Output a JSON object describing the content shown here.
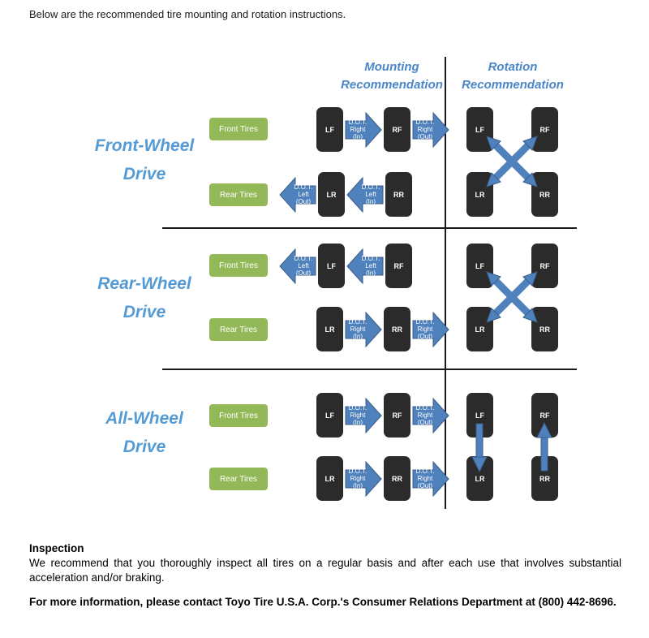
{
  "intro_text": "Below are the recommended tire mounting and rotation instructions.",
  "columns": {
    "mounting": {
      "line1": "Mounting",
      "line2": "Recommendation"
    },
    "rotation": {
      "line1": "Rotation",
      "line2": "Recommendation"
    }
  },
  "sections": [
    {
      "id": "front-wheel-drive",
      "label_line1": "Front-Wheel",
      "label_line2": "Drive",
      "front_tires_label": "Front Tires",
      "rear_tires_label": "Rear Tires",
      "mounting_front_row": [
        {
          "type": "tire",
          "label": "LF"
        },
        {
          "type": "arrow",
          "dir": "right",
          "lines": [
            "D.O.T.",
            "Right",
            "(In)"
          ]
        },
        {
          "type": "tire",
          "label": "RF"
        },
        {
          "type": "arrow",
          "dir": "right",
          "lines": [
            "D.O.T.",
            "Right",
            "(Out)"
          ]
        }
      ],
      "mounting_rear_row": [
        {
          "type": "arrow",
          "dir": "left",
          "lines": [
            "D.O.T.",
            "Left",
            "(Out)"
          ]
        },
        {
          "type": "tire",
          "label": "LR"
        },
        {
          "type": "arrow",
          "dir": "left",
          "lines": [
            "D.O.T.",
            "Left",
            "(In)"
          ]
        },
        {
          "type": "tire",
          "label": "RR"
        }
      ],
      "rotation_front_tires": [
        "LF",
        "RF"
      ],
      "rotation_rear_tires": [
        "LR",
        "RR"
      ],
      "rotation_pattern": "cross"
    },
    {
      "id": "rear-wheel-drive",
      "label_line1": "Rear-Wheel",
      "label_line2": "Drive",
      "front_tires_label": "Front Tires",
      "rear_tires_label": "Rear Tires",
      "mounting_front_row": [
        {
          "type": "arrow",
          "dir": "left",
          "lines": [
            "D.O.T.",
            "Left",
            "(Out)"
          ]
        },
        {
          "type": "tire",
          "label": "LF"
        },
        {
          "type": "arrow",
          "dir": "left",
          "lines": [
            "D.O.T.",
            "Left",
            "(In)"
          ]
        },
        {
          "type": "tire",
          "label": "RF"
        }
      ],
      "mounting_rear_row": [
        {
          "type": "tire",
          "label": "LR"
        },
        {
          "type": "arrow",
          "dir": "right",
          "lines": [
            "D.O.T.",
            "Right",
            "(In)"
          ]
        },
        {
          "type": "tire",
          "label": "RR"
        },
        {
          "type": "arrow",
          "dir": "right",
          "lines": [
            "D.O.T.",
            "Right",
            "(Out)"
          ]
        }
      ],
      "rotation_front_tires": [
        "LF",
        "RF"
      ],
      "rotation_rear_tires": [
        "LR",
        "RR"
      ],
      "rotation_pattern": "cross"
    },
    {
      "id": "all-wheel-drive",
      "label_line1": "All-Wheel",
      "label_line2": "Drive",
      "front_tires_label": "Front Tires",
      "rear_tires_label": "Rear Tires",
      "mounting_front_row": [
        {
          "type": "tire",
          "label": "LF"
        },
        {
          "type": "arrow",
          "dir": "right",
          "lines": [
            "D.O.T.",
            "Right",
            "(In)"
          ]
        },
        {
          "type": "tire",
          "label": "RF"
        },
        {
          "type": "arrow",
          "dir": "right",
          "lines": [
            "D.O.T.",
            "Right",
            "(Out)"
          ]
        }
      ],
      "mounting_rear_row": [
        {
          "type": "tire",
          "label": "LR"
        },
        {
          "type": "arrow",
          "dir": "right",
          "lines": [
            "D.O.T.",
            "Right",
            "(In)"
          ]
        },
        {
          "type": "tire",
          "label": "RR"
        },
        {
          "type": "arrow",
          "dir": "right",
          "lines": [
            "D.O.T.",
            "Right",
            "(Out)"
          ]
        }
      ],
      "rotation_front_tires": [
        "LF",
        "RF"
      ],
      "rotation_rear_tires": [
        "LR",
        "RR"
      ],
      "rotation_pattern": "front-to-rear"
    }
  ],
  "footer": {
    "inspection_title": "Inspection",
    "inspection_text": "We recommend that you thoroughly inspect all tires on a regular basis and after each use that involves substantial acceleration and/or braking.",
    "contact_text": "For more information, please contact Toyo Tire U.S.A. Corp.'s Consumer Relations Department at (800) 442-8696."
  },
  "colors": {
    "header_blue": "#4a86c8",
    "drive_label_blue": "#549bd5",
    "arrow_blue": "#4f81bd",
    "arrow_border": "#385d8a",
    "tire_dark": "#2b2b2b",
    "badge_green": "#93b857"
  }
}
